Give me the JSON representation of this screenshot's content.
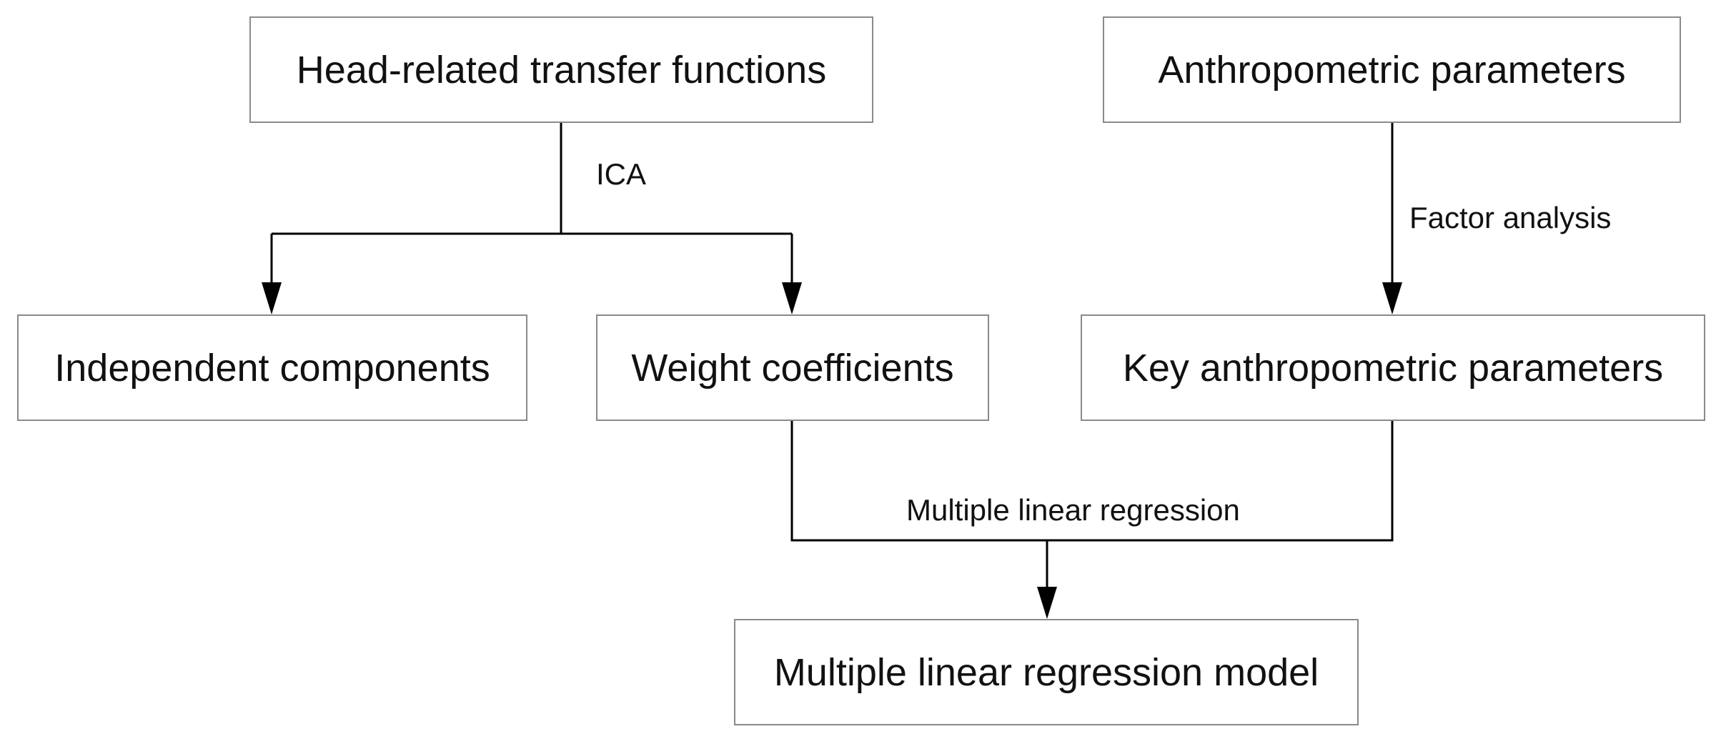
{
  "diagram": {
    "nodes": {
      "hrtf": "Head-related transfer functions",
      "anthropometric": "Anthropometric parameters",
      "independent_components": "Independent components",
      "weight_coefficients": "Weight coefficients",
      "key_anthropometric": "Key anthropometric parameters",
      "regression_model": "Multiple linear regression model"
    },
    "edges": {
      "ica": "ICA",
      "factor_analysis": "Factor analysis",
      "multiple_linear_regression": "Multiple linear regression"
    },
    "colors": {
      "box_border": "#8a8a8a",
      "line": "#000000",
      "text": "#111111",
      "background": "#ffffff"
    }
  }
}
